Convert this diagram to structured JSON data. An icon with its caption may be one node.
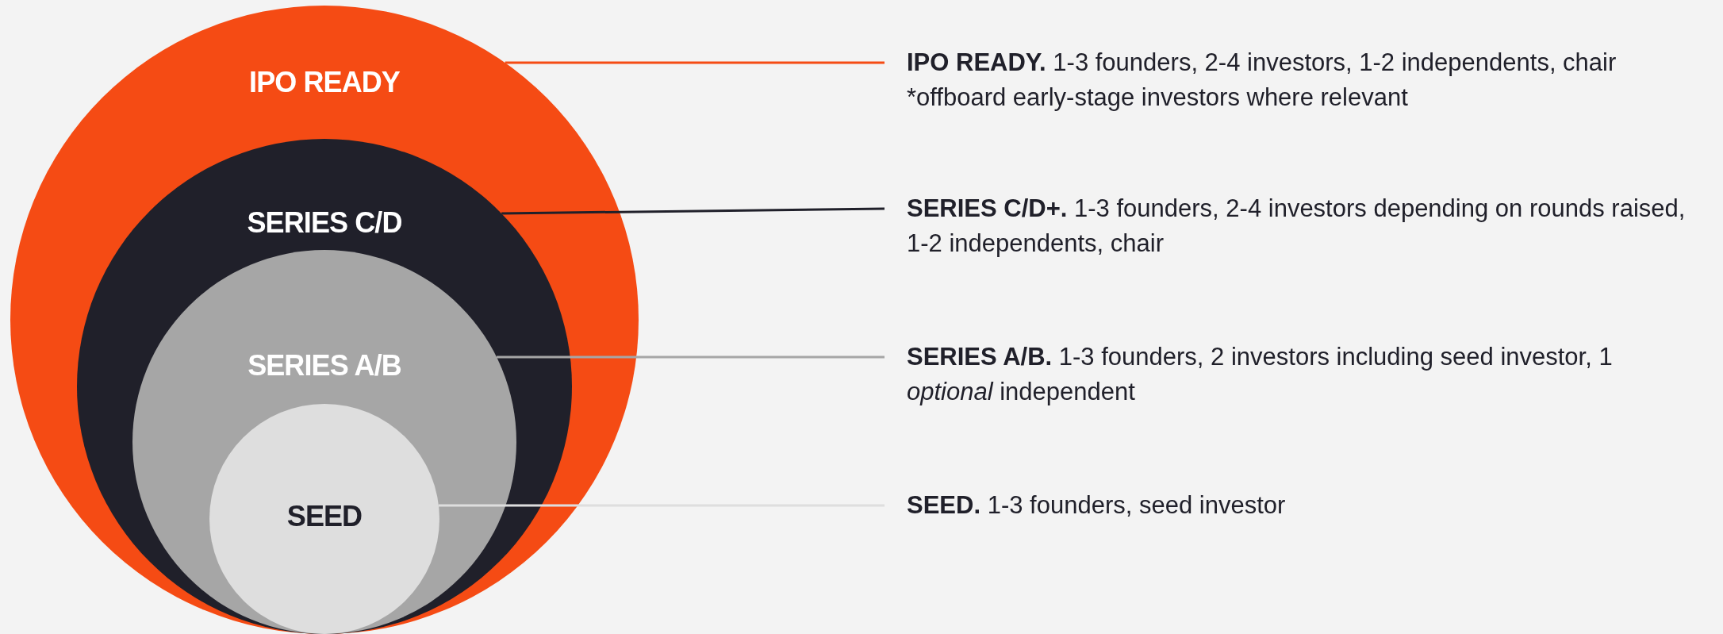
{
  "diagram": {
    "nodes": [
      {
        "text": [
          "IPO READY"
        ]
      },
      {
        "text": [
          "SERIES C/D"
        ],
        "in": 0
      },
      {
        "text": [
          "SERIES A/B"
        ],
        "in": 1
      },
      {
        "text": [
          "SEED"
        ],
        "in": 2
      },
      {
        "text": [
          "**IPO READY.** 1-3 founders, 2-4 investors, 1-2 independents, chair *offboard early-stage investors where relevant"
        ]
      },
      {
        "text": [
          "**SERIES C/D+.** 1-3 founders, 2-4 investors depending on rounds raised, 1-2 independents, chair"
        ]
      },
      {
        "text": [
          "**SERIES A/B.** 1-3 founders, 2 investors including seed investor, 1 *optional* independent"
        ]
      },
      {
        "text": [
          "**SEED.** 1-3 founders, seed investor"
        ]
      }
    ],
    "edges": [
      {
        "from": 4,
        "to": 0,
        "arrow": "none",
        "color": "#f54b14"
      },
      {
        "from": 5,
        "to": 1,
        "arrow": "none",
        "color": "#20202a"
      },
      {
        "from": 6,
        "to": 2,
        "arrow": "none",
        "color": "#a6a6a6"
      },
      {
        "from": 7,
        "to": 3,
        "arrow": "none",
        "color": "#dedede"
      }
    ]
  }
}
